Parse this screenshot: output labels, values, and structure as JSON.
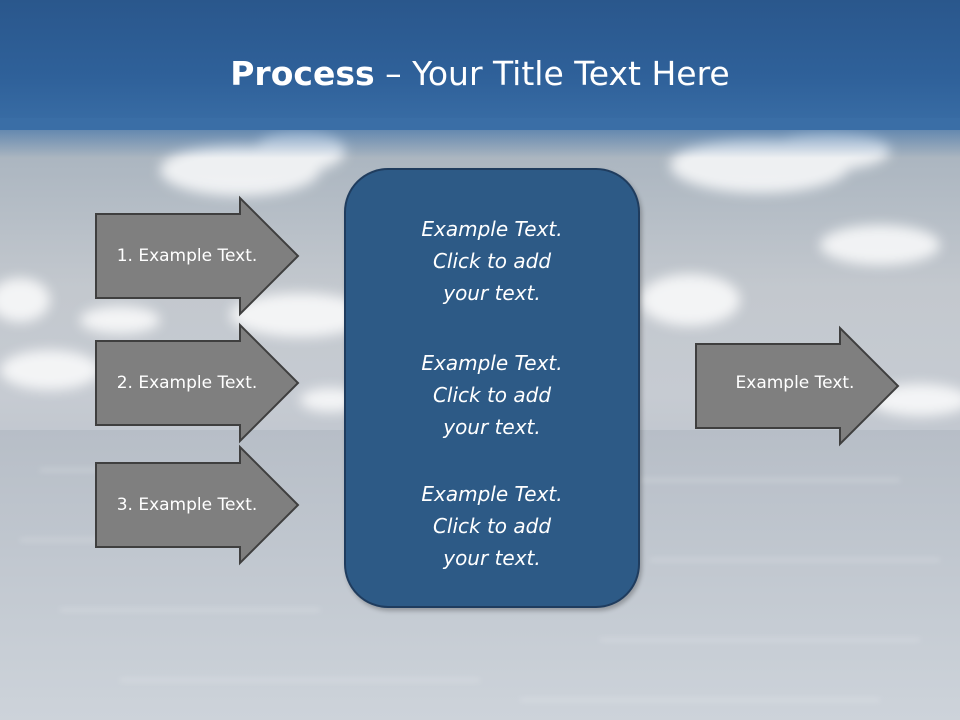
{
  "slide": {
    "title_bold": "Process",
    "title_rest": " – Your Title Text Here"
  },
  "inputs": [
    {
      "label": "1. Example Text."
    },
    {
      "label": "2. Example Text."
    },
    {
      "label": "3. Example Text."
    }
  ],
  "center": {
    "paragraphs": [
      {
        "line1": "Example Text.",
        "line2": "Click  to add",
        "line3": "your text."
      },
      {
        "line1": "Example Text.",
        "line2": "Click  to add",
        "line3": "your text."
      },
      {
        "line1": "Example Text.",
        "line2": "Click  to add",
        "line3": "your text."
      }
    ]
  },
  "output": {
    "label": "Example Text."
  },
  "colors": {
    "header": "#2f619a",
    "arrow_fill": "#7f7f7f",
    "arrow_stroke": "#3f3f3f",
    "center_fill": "#2d5a86",
    "center_stroke": "#1f3c5e",
    "text": "#ffffff"
  }
}
